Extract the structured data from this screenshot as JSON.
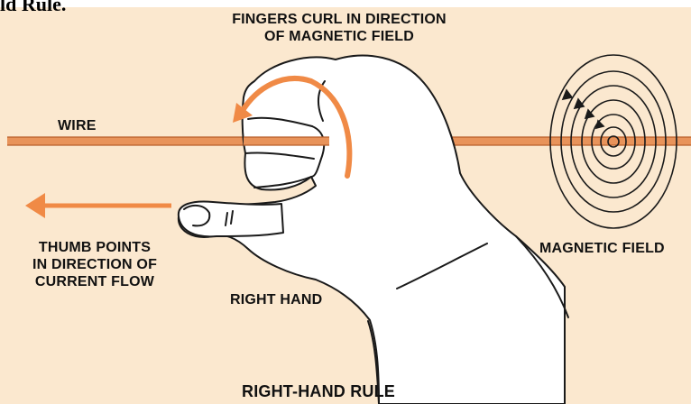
{
  "top_cut_text": "ld Rule.",
  "labels": {
    "fingers_curl": [
      "FINGERS CURL IN DIRECTION",
      "OF MAGNETIC FIELD"
    ],
    "wire": "WIRE",
    "thumb_points": [
      "THUMB POINTS",
      "IN DIRECTION OF",
      "CURRENT FLOW"
    ],
    "right_hand": "RIGHT HAND",
    "magnetic_field": "MAGNETIC FIELD",
    "title": "RIGHT-HAND RULE"
  },
  "colors": {
    "background": "#fbe8cf",
    "wire": "#e8935a",
    "wire_edge": "#b85f2a",
    "arrow": "#f08a46",
    "hand_fill": "#ffffff",
    "hand_outline": "#1a1a1a",
    "text": "#111111"
  },
  "icons": {
    "current_arrow": "left-arrow-icon",
    "curl_arrow": "curved-arrow-icon",
    "field_rings": "concentric-circles-icon"
  }
}
